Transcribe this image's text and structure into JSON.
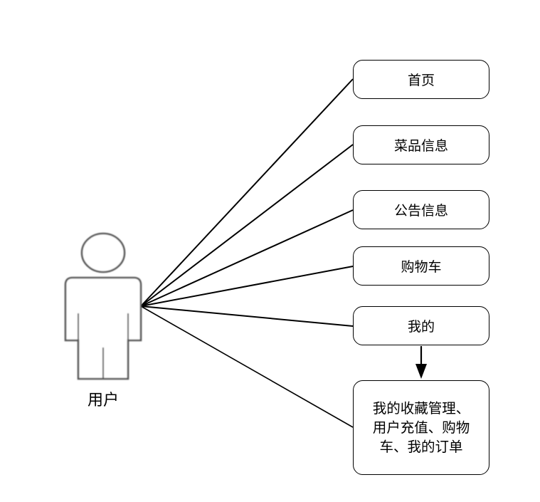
{
  "actor": {
    "label": "用户"
  },
  "use_cases": [
    {
      "id": "home",
      "label": "首页"
    },
    {
      "id": "dish-info",
      "label": "菜品信息"
    },
    {
      "id": "notice-info",
      "label": "公告信息"
    },
    {
      "id": "cart",
      "label": "购物车"
    },
    {
      "id": "mine",
      "label": "我的"
    }
  ],
  "sub_use_case": {
    "lines": [
      "我的收藏管理、",
      "用户充值、购物",
      "车、我的订单"
    ]
  }
}
